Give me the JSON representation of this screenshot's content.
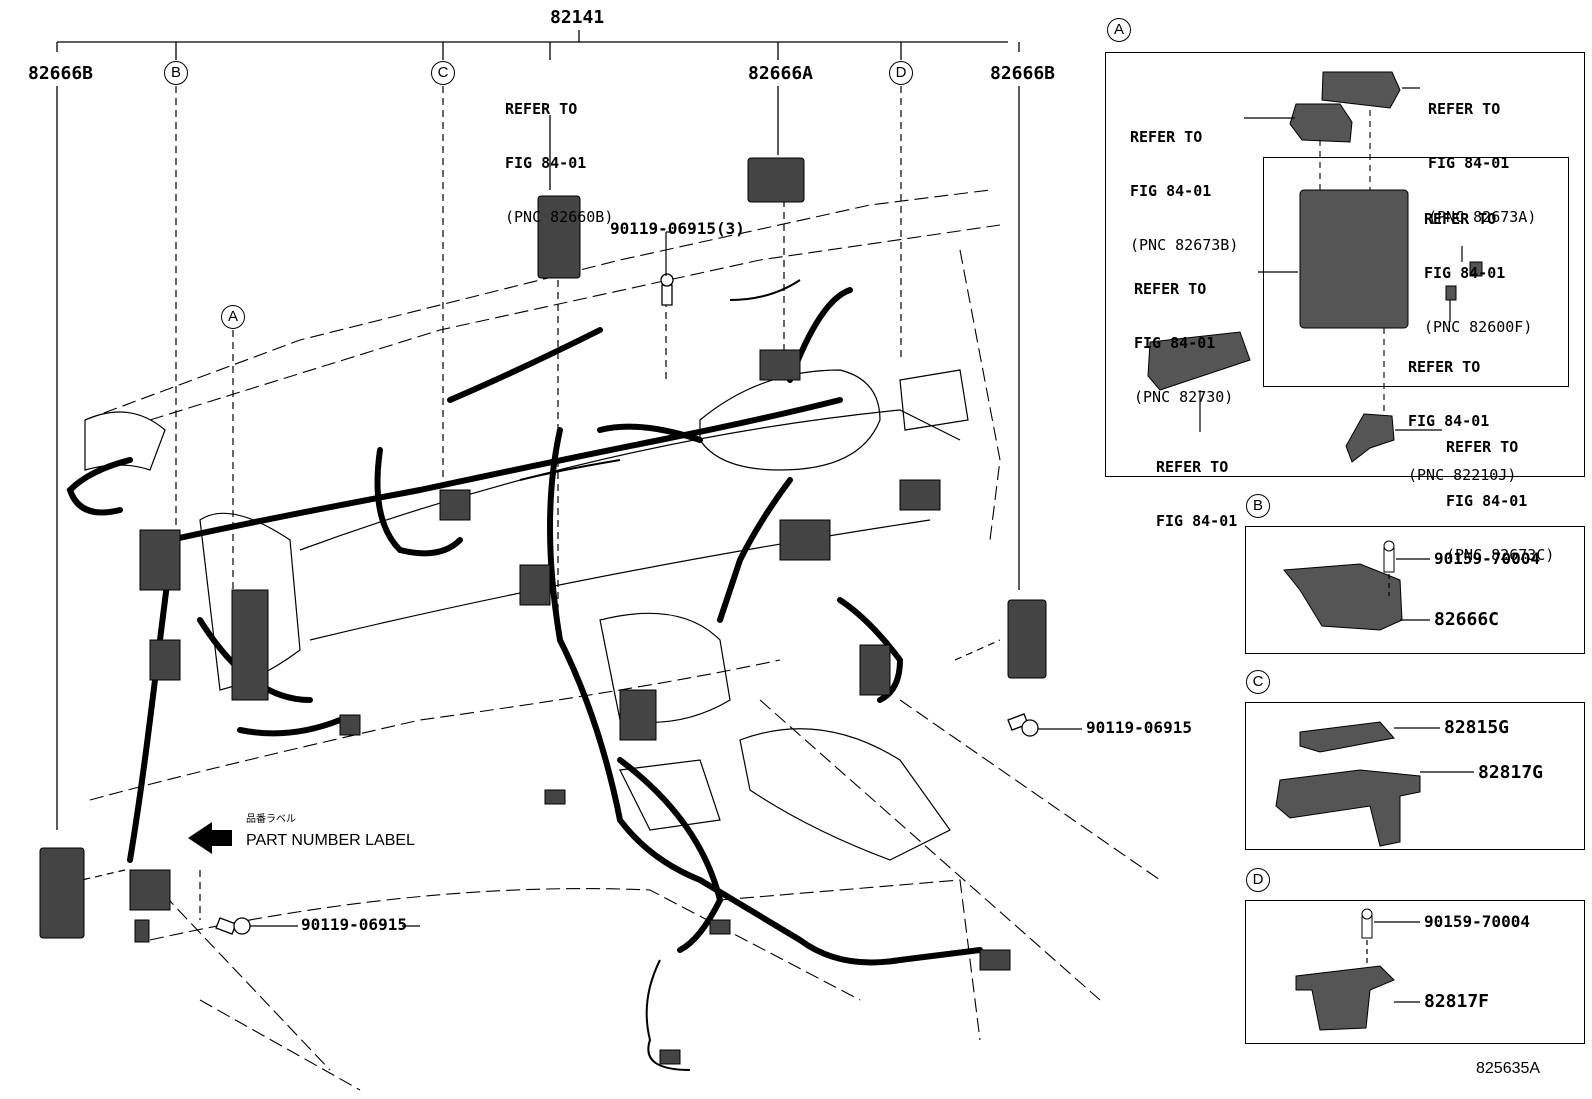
{
  "main_part": "82141",
  "callouts": {
    "left_top": "82666B",
    "right_top": "82666B",
    "middle_a": "82666A",
    "bolt_top": "90119-06915(3)",
    "bolt_right": "90119-06915",
    "bolt_bottom": "90119-06915"
  },
  "refer_center": {
    "line1": "REFER TO",
    "line2": "FIG 84-01",
    "line3": "(PNC 82660B)"
  },
  "view_letters": [
    "A",
    "B",
    "C",
    "D"
  ],
  "label_note": {
    "japanese": "品番ラベル",
    "english": "PART NUMBER LABEL"
  },
  "detail_a": {
    "letter": "A",
    "refs": [
      {
        "line1": "REFER TO",
        "line2": "FIG 84-01",
        "line3": "(PNC 82673A)"
      },
      {
        "line1": "REFER TO",
        "line2": "FIG 84-01",
        "line3": "(PNC 82673B)"
      },
      {
        "line1": "REFER TO",
        "line2": "FIG 84-01",
        "line3": "(PNC 82600F)"
      },
      {
        "line1": "REFER TO",
        "line2": "FIG 84-01",
        "line3": "(PNC 82730)"
      },
      {
        "line1": "REFER TO",
        "line2": "FIG 84-01",
        "line3": "(PNC 82210J)"
      },
      {
        "line1": "REFER TO",
        "line2": "FIG 84-01",
        "line3": ""
      },
      {
        "line1": "REFER TO",
        "line2": "FIG 84-01",
        "line3": "(PNC 82673C)"
      }
    ]
  },
  "detail_b": {
    "letter": "B",
    "bolt": "90159-70004",
    "part": "82666C"
  },
  "detail_c": {
    "letter": "C",
    "part1": "82815G",
    "part2": "82817G"
  },
  "detail_d": {
    "letter": "D",
    "bolt": "90159-70004",
    "part": "82817F"
  },
  "figure_code": "825635A"
}
